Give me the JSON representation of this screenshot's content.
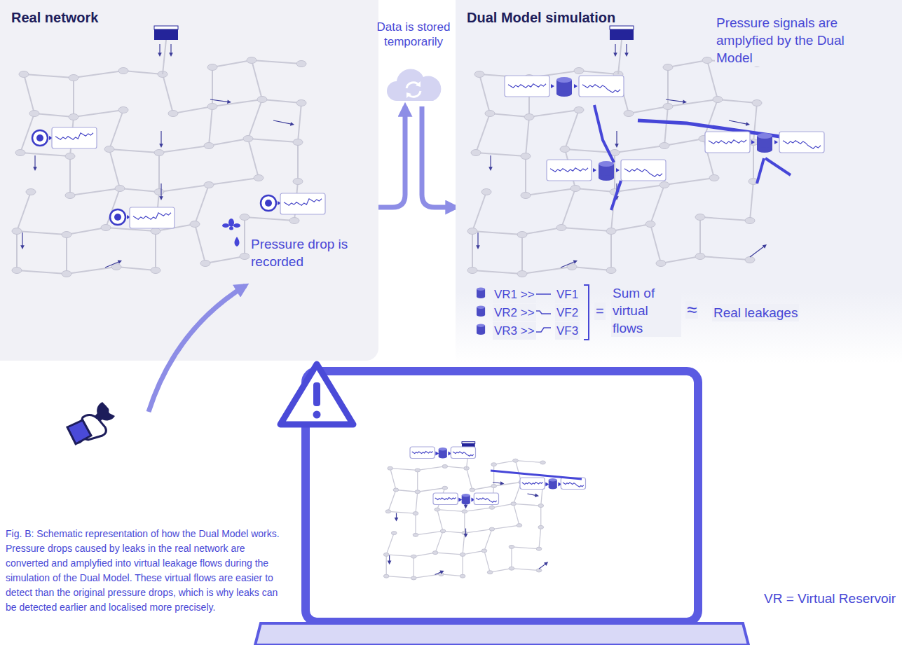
{
  "diagram": {
    "caption": "Fig. B: Schematic representation of how the Dual Model works. Pressure drops caused by leaks in the real network are converted and amplyfied into virtual leakage flows during the simulation of the Dual Model. These virtual flows are easier to detect than the original pressure drops, which is why leaks can be detected earlier and localised more precisely.",
    "nodes": [
      {
        "text": [
          "Real network"
        ]
      },
      {
        "text": [
          "Data is stored temporarily"
        ]
      },
      {
        "text": [
          "Dual Model simulation"
        ]
      }
    ],
    "edges": [
      {
        "from": 0,
        "to": 1,
        "arrow": "to"
      },
      {
        "from": 1,
        "to": 2,
        "arrow": "to"
      }
    ],
    "labels": [
      "Pressure drop is recorded",
      "Pressure signals are amplyfied by the Dual Model",
      "VR1 >>",
      "VF1",
      "VR2 >>",
      "VF2",
      "VR3 >>",
      "VF3",
      "=",
      "Sum of virtual flows",
      "≈",
      "Real leakages",
      "VR = Virtual Reservoir"
    ]
  }
}
